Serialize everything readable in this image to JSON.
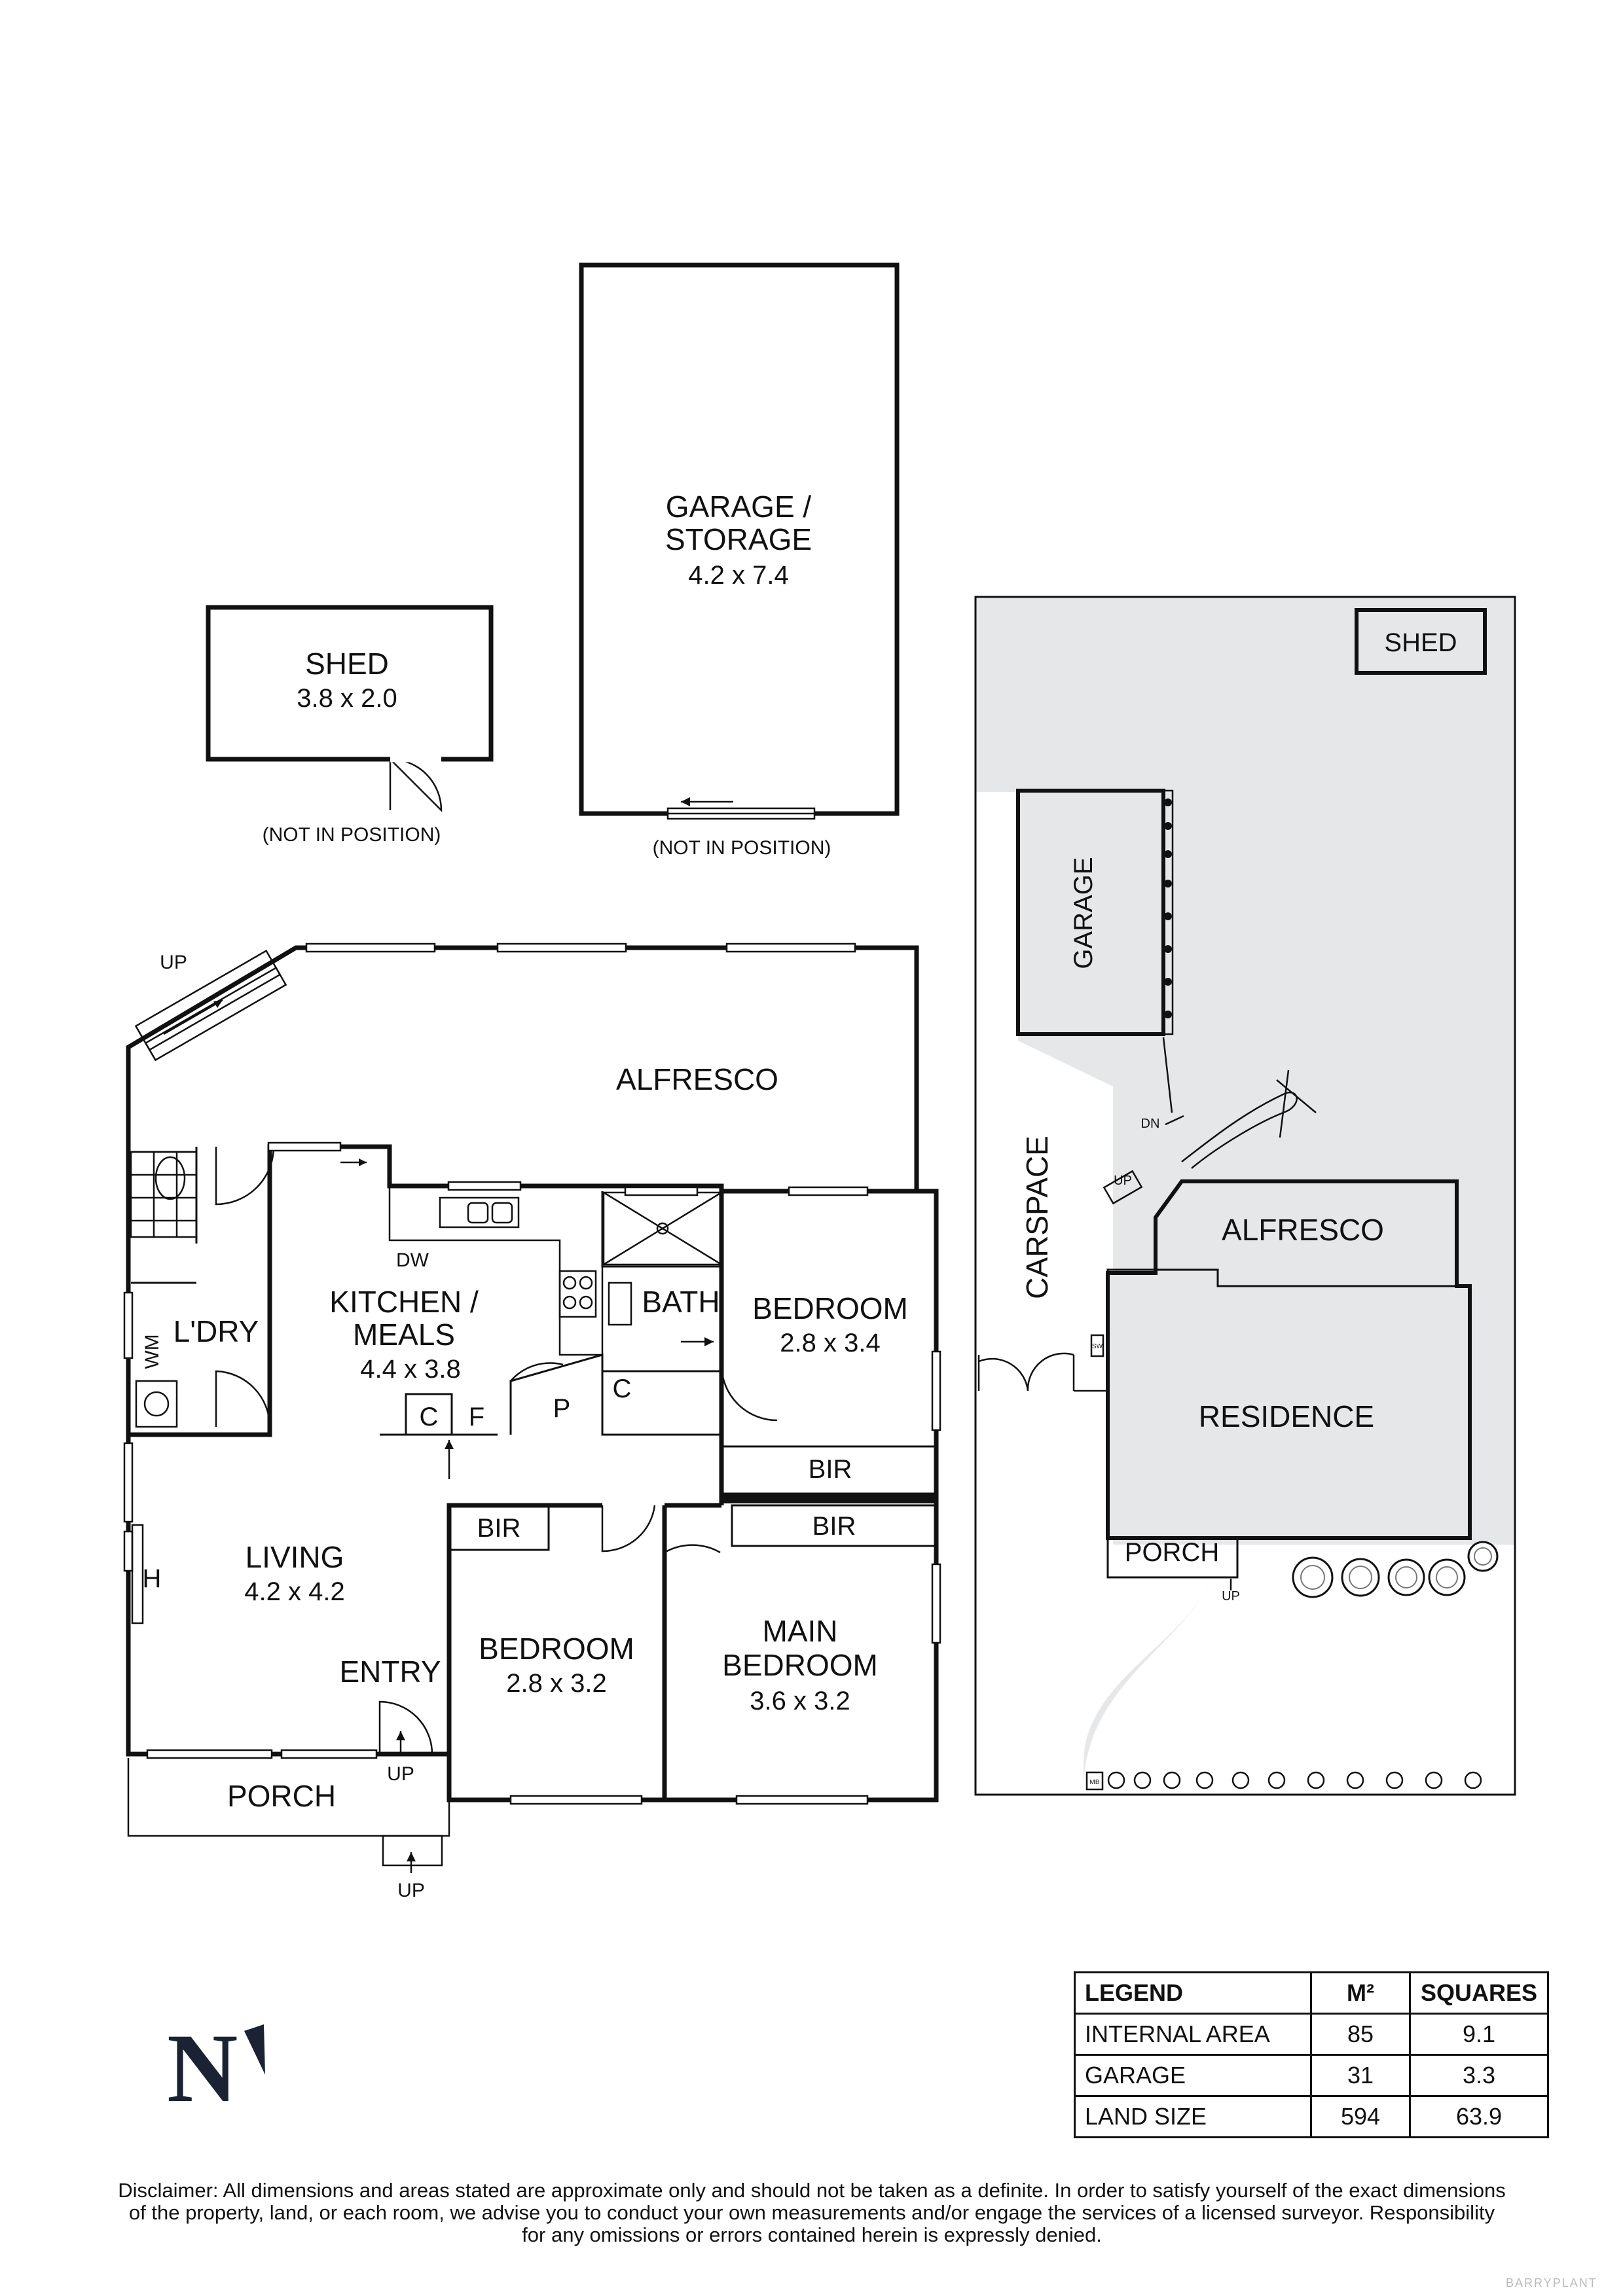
{
  "rooms": {
    "shed": {
      "name": "SHED",
      "dims": "3.8 x 2.0",
      "note": "(NOT IN POSITION)"
    },
    "garage_storage": {
      "line1": "GARAGE /",
      "line2": "STORAGE",
      "dims": "4.2 x 7.4",
      "note": "(NOT IN POSITION)"
    },
    "alfresco": "ALFRESCO",
    "kitchen": {
      "line1": "KITCHEN /",
      "line2": "MEALS",
      "dims": "4.4 x 3.8"
    },
    "laundry": "L'DRY",
    "bath": "BATH",
    "bedroom_a": {
      "name": "BEDROOM",
      "dims": "2.8 x 3.4"
    },
    "living": {
      "name": "LIVING",
      "dims": "4.2 x 4.2"
    },
    "bedroom_b": {
      "name": "BEDROOM",
      "dims": "2.8 x 3.2"
    },
    "main_bedroom": {
      "line1": "MAIN",
      "line2": "BEDROOM",
      "dims": "3.6 x 3.2"
    },
    "entry": "ENTRY",
    "porch": "PORCH"
  },
  "fixtures": {
    "dw": "DW",
    "wm": "WM",
    "c": "C",
    "f": "F",
    "p": "P",
    "h": "H",
    "bir": "BIR",
    "up": "UP"
  },
  "site": {
    "shed": "SHED",
    "garage": "GARAGE",
    "carspace": "CARSPACE",
    "alfresco": "ALFRESCO",
    "residence": "RESIDENCE",
    "porch": "PORCH",
    "up": "UP",
    "dn": "DN",
    "mb": "MB",
    "sw": "SW"
  },
  "legend": {
    "headers": [
      "LEGEND",
      "M²",
      "SQUARES"
    ],
    "rows": [
      {
        "label": "INTERNAL AREA",
        "m2": "85",
        "squares": "9.1"
      },
      {
        "label": "GARAGE",
        "m2": "31",
        "squares": "3.3"
      },
      {
        "label": "LAND SIZE",
        "m2": "594",
        "squares": "63.9"
      }
    ]
  },
  "north": "N",
  "disclaimer": {
    "line1": "Disclaimer: All dimensions and areas stated are approximate only and should not be taken as a definite. In order to satisfy yourself of the exact dimensions",
    "line2": "of the property, land, or each room, we advise you to conduct your own measurements and/or engage the services of a licensed surveyor. Responsibility",
    "line3": "for any omissions or errors contained herein is expressly denied."
  },
  "brand": "BARRYPLANT"
}
